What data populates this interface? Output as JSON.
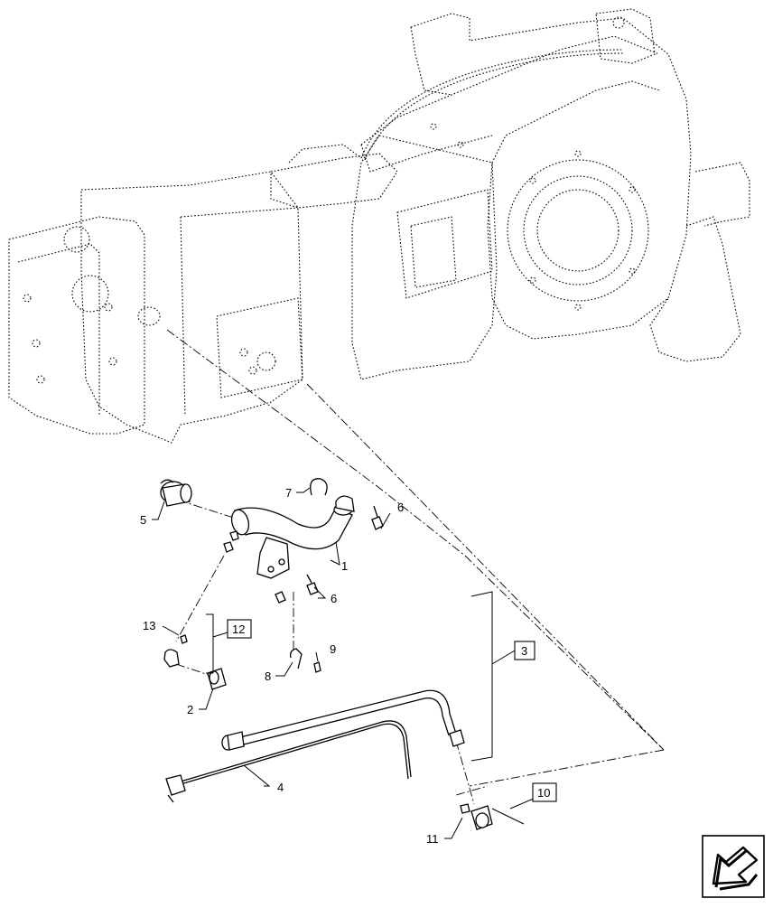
{
  "callouts": [
    {
      "id": "c1",
      "text": "1"
    },
    {
      "id": "c2",
      "text": "2"
    },
    {
      "id": "c3",
      "text": "3",
      "boxed": true
    },
    {
      "id": "c4",
      "text": "4"
    },
    {
      "id": "c5",
      "text": "5"
    },
    {
      "id": "c6a",
      "text": "6"
    },
    {
      "id": "c6b",
      "text": "6"
    },
    {
      "id": "c7",
      "text": "7"
    },
    {
      "id": "c8",
      "text": "8"
    },
    {
      "id": "c9",
      "text": "9"
    },
    {
      "id": "c10",
      "text": "10",
      "boxed": true
    },
    {
      "id": "c11",
      "text": "11"
    },
    {
      "id": "c12",
      "text": "12",
      "boxed": true
    },
    {
      "id": "c13",
      "text": "13"
    }
  ],
  "icons": {
    "navigation": "arrow-left-down-icon"
  }
}
